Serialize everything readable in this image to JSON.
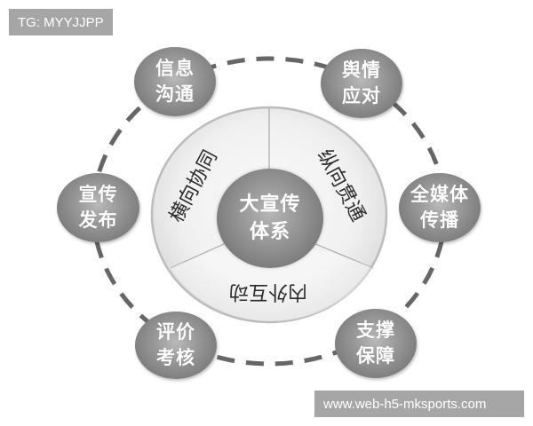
{
  "watermark_top": {
    "text": "TG: MYYJJPP"
  },
  "watermark_bottom": {
    "text": "www.web-h5-mksports.com"
  },
  "center": {
    "line1": "大宣传",
    "line2": "体系"
  },
  "ring_segments": [
    {
      "id": "horizontal",
      "label": "横向协同"
    },
    {
      "id": "vertical",
      "label": "纵向贯通"
    },
    {
      "id": "internal-external",
      "label": "内外互动"
    }
  ],
  "nodes": [
    {
      "id": "info-communication",
      "line1": "信息",
      "line2": "沟通"
    },
    {
      "id": "public-opinion",
      "line1": "舆情",
      "line2": "应对"
    },
    {
      "id": "all-media",
      "line1": "全媒体",
      "line2": "传播"
    },
    {
      "id": "support",
      "line1": "支撑",
      "line2": "保障"
    },
    {
      "id": "evaluation",
      "line1": "评价",
      "line2": "考核"
    },
    {
      "id": "publicity-release",
      "line1": "宣传",
      "line2": "发布"
    }
  ],
  "colors": {
    "node_fill": "#8a8a8a",
    "ring_fill": "#efefef",
    "dash_line": "#666666",
    "watermark_bg": "#a6a6a6"
  }
}
